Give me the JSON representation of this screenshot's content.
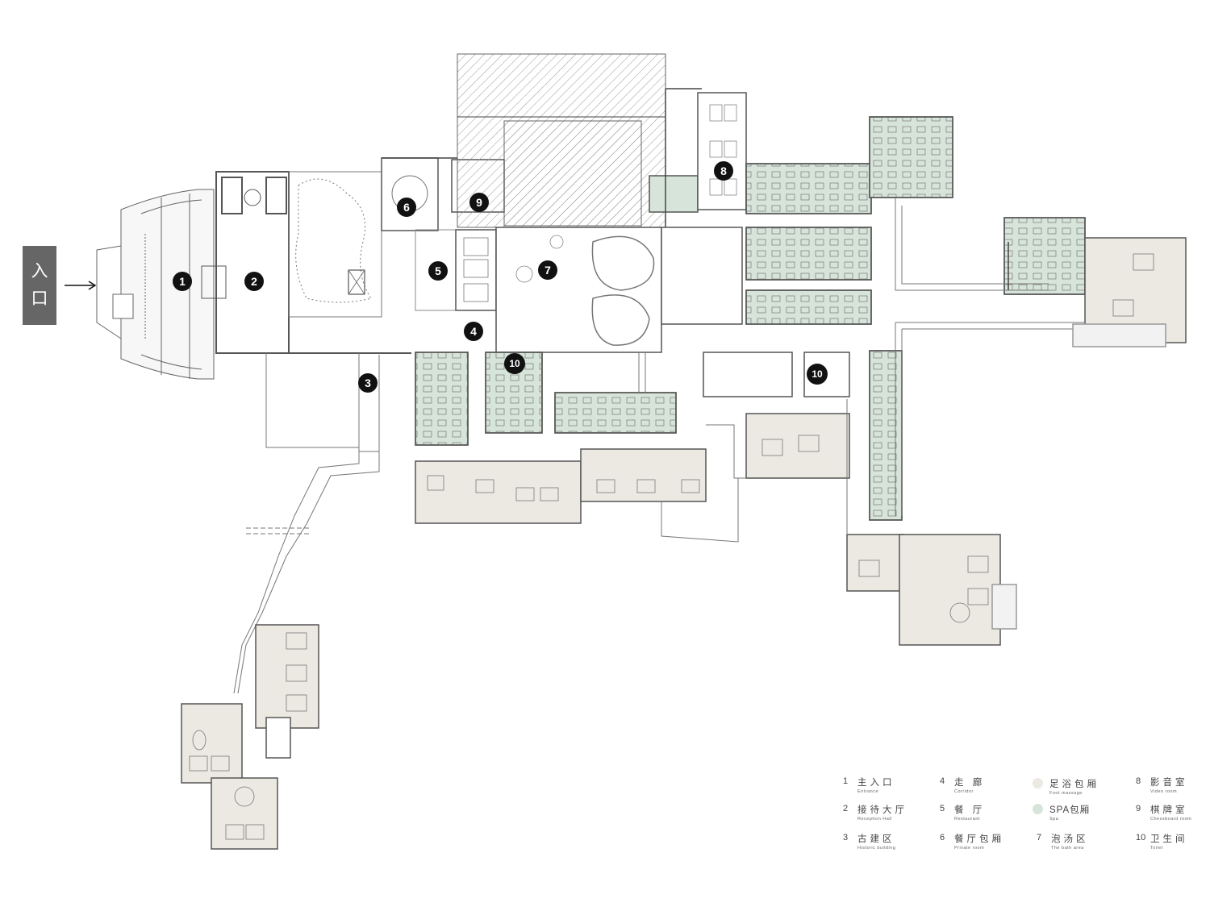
{
  "entrance_tag": {
    "line1": "入",
    "line2": "口"
  },
  "markers": [
    {
      "id": "m1",
      "label": "1"
    },
    {
      "id": "m2",
      "label": "2"
    },
    {
      "id": "m3",
      "label": "3"
    },
    {
      "id": "m4",
      "label": "4"
    },
    {
      "id": "m5",
      "label": "5"
    },
    {
      "id": "m6",
      "label": "6"
    },
    {
      "id": "m7",
      "label": "7"
    },
    {
      "id": "m8",
      "label": "8"
    },
    {
      "id": "m9",
      "label": "9"
    },
    {
      "id": "m10a",
      "label": "10"
    },
    {
      "id": "m10b",
      "label": "10"
    }
  ],
  "legend": {
    "items": [
      {
        "num": "1",
        "cn": "主入口",
        "en": "Entrance"
      },
      {
        "num": "2",
        "cn": "接待大厅",
        "en": "Reception Hall"
      },
      {
        "num": "3",
        "cn": "古建区",
        "en": "Historic building"
      },
      {
        "num": "4",
        "cn": "走 廊",
        "en": "Corridor"
      },
      {
        "num": "5",
        "cn": "餐 厅",
        "en": "Restaurant"
      },
      {
        "num": "6",
        "cn": "餐厅包厢",
        "en": "Private room"
      },
      {
        "num": "7",
        "cn": "泡汤区",
        "en": "The bath area"
      },
      {
        "num": "8",
        "cn": "影音室",
        "en": "Video room"
      },
      {
        "num": "9",
        "cn": "棋牌室",
        "en": "Chessboard room"
      },
      {
        "num": "10",
        "cn": "卫生间",
        "en": "Toilet"
      }
    ],
    "swatches": [
      {
        "cn": "足浴包厢",
        "en": "Foot massage",
        "color": "#ece9e2"
      },
      {
        "cn": "SPA包厢",
        "en": "Spa",
        "color": "#d7e4da"
      }
    ]
  },
  "colors": {
    "spa": "#d7e4da",
    "foot": "#ece9e2",
    "wall": "#555555",
    "line": "#888888"
  }
}
